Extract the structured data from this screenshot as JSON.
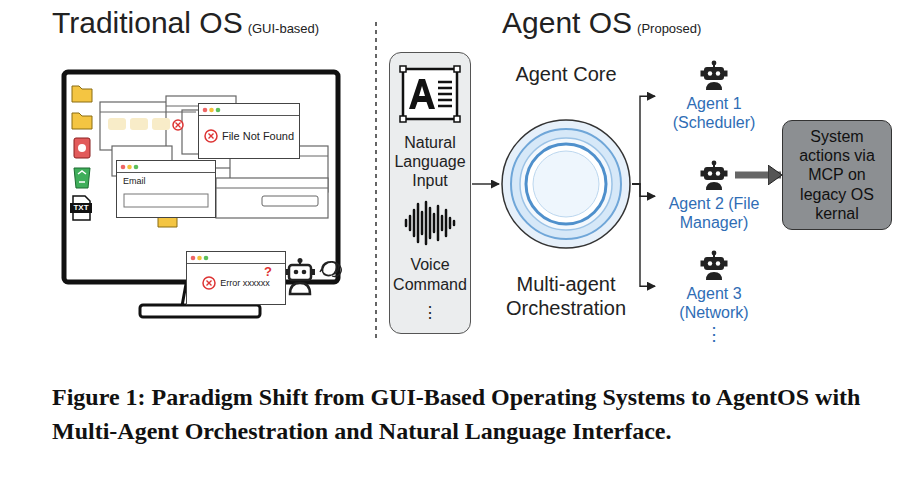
{
  "diagram": {
    "caption": "Figure 1: Paradigm Shift from GUI-Based Operating Systems to AgentOS with Multi-Agent Orchestration and Natural Language Interface.",
    "nodes": [
      {
        "text": [
          "File Not Found"
        ]
      },
      {
        "text": [
          "Email"
        ]
      },
      {
        "text": [
          "Error xxxxxx"
        ]
      },
      {
        "text": [
          "Natural Language Input",
          "Voice Command",
          "⋮"
        ]
      },
      {
        "text": [
          "Agent Core",
          "Multi-agent Orchestration"
        ]
      },
      {
        "text": [
          "Agent 1 (Scheduler)"
        ]
      },
      {
        "text": [
          "Agent 2 (File Manager)"
        ]
      },
      {
        "text": [
          "Agent 3 (Network)"
        ]
      },
      {
        "text": [
          "System actions via MCP on legacy OS kernal"
        ]
      }
    ],
    "edges": [
      {
        "from": 3,
        "to": 4,
        "arrow": "to"
      },
      {
        "from": 4,
        "to": 5,
        "arrow": "to"
      },
      {
        "from": 4,
        "to": 6,
        "arrow": "to"
      },
      {
        "from": 4,
        "to": 7,
        "arrow": "to"
      },
      {
        "from": 6,
        "to": 8,
        "arrow": "to"
      }
    ],
    "labels": [
      "Traditional OS",
      "(GUI-based)",
      "Agent OS",
      "(Proposed)",
      "TXT",
      "?",
      "⋮"
    ]
  }
}
